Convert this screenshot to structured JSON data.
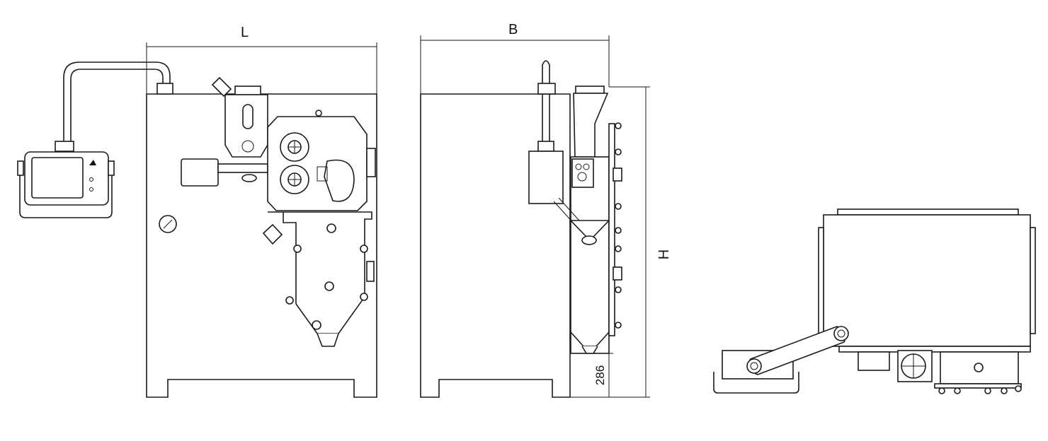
{
  "dimensions": {
    "length_label": "L",
    "width_label": "B",
    "height_label": "H",
    "foot_clearance": "286"
  },
  "views": [
    "front-view",
    "side-view",
    "top-view"
  ]
}
